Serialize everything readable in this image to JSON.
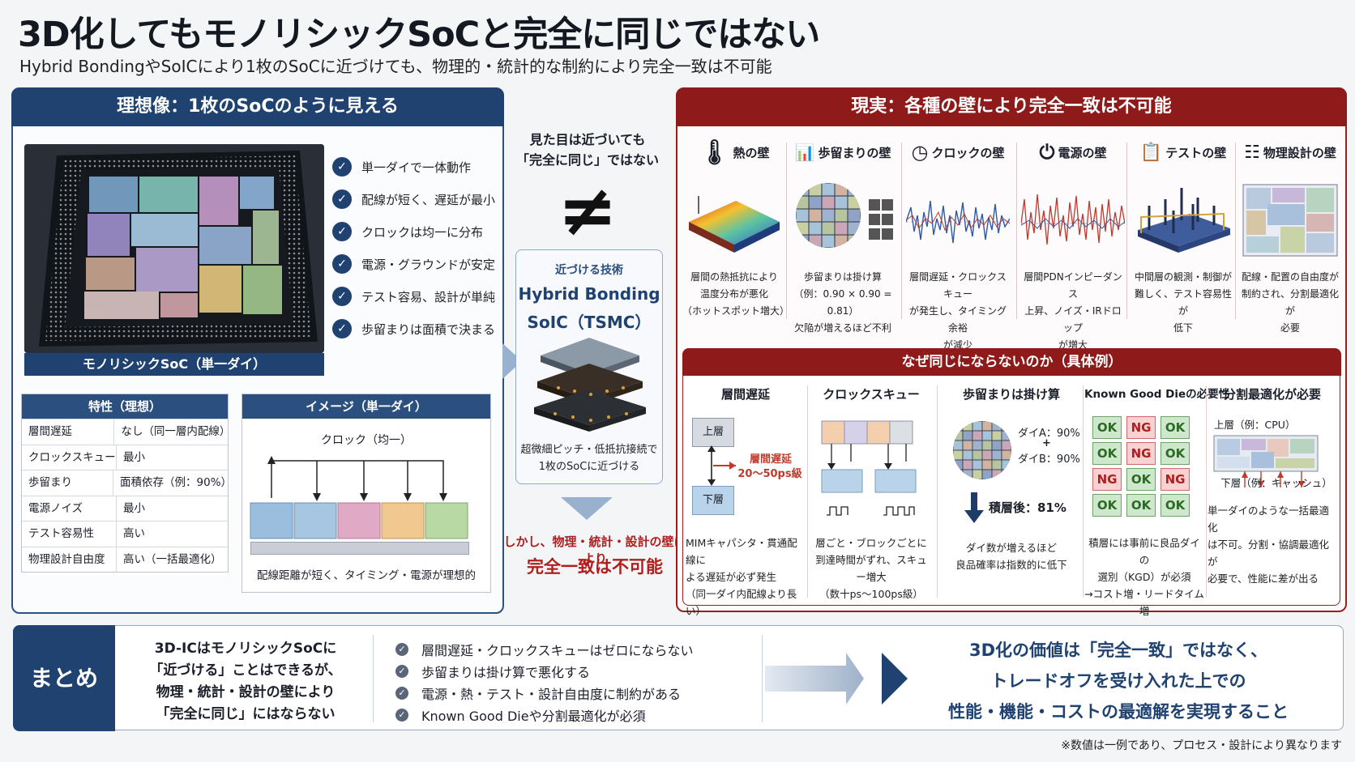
{
  "title": "3D化してもモノリシックSoCと完全に同じではない",
  "subtitle": "Hybrid BondingやSoICにより1枚のSoCに近づけても、物理的・統計的な制約により完全一致は不可能",
  "ideal": {
    "header": "理想像：1枚のSoCのように見える",
    "chip_caption": "モノリシックSoC（単一ダイ）",
    "checks": [
      "単一ダイで一体動作",
      "配線が短く、遅延が最小",
      "クロックは均一に分布",
      "電源・グラウンドが安定",
      "テスト容易、設計が単純",
      "歩留まりは面積で決まる"
    ],
    "table": {
      "header": "特性（理想）",
      "rows": [
        {
          "k": "層間遅延",
          "v": "なし（同一層内配線）"
        },
        {
          "k": "クロックスキュー",
          "v": "最小"
        },
        {
          "k": "歩留まり",
          "v": "面積依存（例：90%）"
        },
        {
          "k": "電源ノイズ",
          "v": "最小"
        },
        {
          "k": "テスト容易性",
          "v": "高い"
        },
        {
          "k": "物理設計自由度",
          "v": "高い（一括最適化）"
        }
      ]
    },
    "image": {
      "header": "イメージ（単一ダイ）",
      "clock_label": "クロック（均一）",
      "caption": "配線距離が短く、タイミング・電源が理想的"
    }
  },
  "middle": {
    "note_line1": "見た目は近づいても",
    "note_line2": "「完全に同じ」ではない",
    "neq": "≠",
    "tech_label": "近づける技術",
    "tech_name1": "Hybrid Bonding",
    "tech_name2": "SoIC（TSMC）",
    "tech_desc1": "超微細ピッチ・低抵抗接続で",
    "tech_desc2": "1枚のSoCに近づける",
    "however": "しかし、物理・統計・設計の壁により",
    "impossible": "完全一致は不可能"
  },
  "reality": {
    "header": "現実：各種の壁により完全一致は不可能",
    "walls": [
      {
        "icon": "thermometer-icon",
        "title": "熱の壁",
        "desc": [
          "層間の熱抵抗により",
          "温度分布が悪化",
          "（ホットスポット増大）"
        ]
      },
      {
        "icon": "yield-chart-icon",
        "title": "歩留まりの壁",
        "desc": [
          "歩留まりは掛け算",
          "（例：0.90 × 0.90 = 0.81）",
          "欠陥が増えるほど不利"
        ]
      },
      {
        "icon": "clock-icon",
        "title": "クロックの壁",
        "desc": [
          "層間遅延・クロックスキュー",
          "が発生し、タイミング余裕",
          "が減少"
        ]
      },
      {
        "icon": "power-icon",
        "title": "電源の壁",
        "desc": [
          "層間PDNインピーダンス",
          "上昇、ノイズ・IRドロップ",
          "が増大"
        ]
      },
      {
        "icon": "clipboard-icon",
        "title": "テストの壁",
        "desc": [
          "中間層の観測・制御が",
          "難しく、テスト容易性が",
          "低下"
        ]
      },
      {
        "icon": "layout-icon",
        "title": "物理設計の壁",
        "desc": [
          "配線・配置の自由度が",
          "制約され、分割最適化が",
          "必要"
        ]
      }
    ],
    "why": {
      "header": "なぜ同じにならないのか（具体例）",
      "cols": [
        {
          "title": "層間遅延",
          "upper": "上層",
          "lower": "下層",
          "delay_label": "層間遅延",
          "delay_value": "20〜50ps級",
          "desc": [
            "MIMキャパシタ・貫通配線に",
            "よる遅延が必ず発生",
            "（同一ダイ内配線より長い）"
          ]
        },
        {
          "title": "クロックスキュー",
          "desc": [
            "層ごと・ブロックごとに",
            "到達時間がずれ、スキュー増大",
            "（数十ps〜100ps級）"
          ]
        },
        {
          "title": "歩留まりは掛け算",
          "die_a": "ダイA：90%",
          "plus": "+",
          "die_b": "ダイB：90%",
          "result": "積層後：81%",
          "desc": [
            "ダイ数が増えるほど",
            "良品確率は指数的に低下"
          ]
        },
        {
          "title": "Known Good Dieの必要性",
          "grid": [
            [
              "OK",
              "NG",
              "OK"
            ],
            [
              "OK",
              "NG",
              "OK"
            ],
            [
              "NG",
              "OK",
              "NG"
            ],
            [
              "OK",
              "OK",
              "OK"
            ]
          ],
          "desc": [
            "積層には事前に良品ダイの",
            "選別（KGD）が必須",
            "→コスト増・リードタイム増"
          ]
        },
        {
          "title": "分割最適化が必要",
          "upper": "上層（例：CPU）",
          "lower": "下層（例：キャッシュ）",
          "desc": [
            "単一ダイのような一括最適化",
            "は不可。分割・協調最適化が",
            "必要で、性能に差が出る"
          ]
        }
      ]
    }
  },
  "summary": {
    "tab": "まとめ",
    "text": [
      "3D-ICはモノリシックSoCに",
      "「近づける」ことはできるが、",
      "物理・統計・設計の壁により",
      "「完全に同じ」にはならない"
    ],
    "list": [
      "層間遅延・クロックスキューはゼロにならない",
      "歩留まりは掛け算で悪化する",
      "電源・熱・テスト・設計自由度に制約がある",
      "Known Good Dieや分割最適化が必須"
    ],
    "final": [
      "3D化の価値は「完全一致」ではなく、",
      "トレードオフを受け入れた上での",
      "性能・機能・コストの最適解を実現すること"
    ]
  },
  "footnote": "※数値は一例であり、プロセス・設計により異なります",
  "colors": {
    "navy": "#1f4270",
    "red": "#8e1a1a",
    "ok": "#6aa564",
    "ng": "#d06a6a"
  }
}
